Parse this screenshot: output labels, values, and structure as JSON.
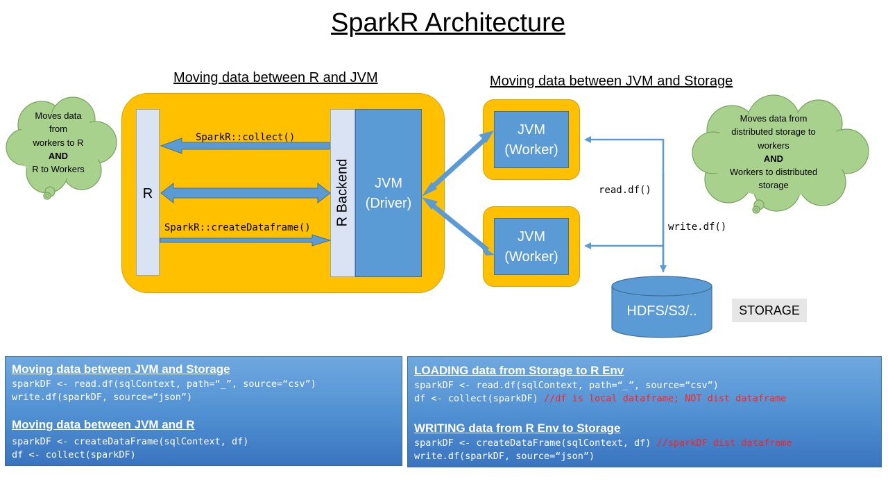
{
  "title": "SparkR Architecture",
  "sections": {
    "left": "Moving data between R and JVM",
    "right": "Moving data between JVM and Storage"
  },
  "nodes": {
    "r": "R",
    "r_backend": "R Backend",
    "jvm_driver": [
      "JVM",
      "(Driver)"
    ],
    "jvm_worker_1": [
      "JVM",
      "(Worker)"
    ],
    "jvm_worker_2": [
      "JVM",
      "(Worker)"
    ],
    "storage_db": "HDFS/S3/..",
    "storage_tag": "STORAGE"
  },
  "edge_labels": {
    "collect": "SparkR::collect()",
    "create_dataframe": "SparkR::createDataframe()",
    "read_df": "read.df()",
    "write_df": "write.df()"
  },
  "callouts": {
    "left": {
      "line1": "Moves data",
      "line2": "from",
      "line3": "workers to R",
      "line4": "AND",
      "line5": "R to Workers"
    },
    "right": {
      "line1": "Moves data from",
      "line2": "distributed storage to",
      "line3": "workers",
      "line4": "AND",
      "line5": "Workers to distributed",
      "line6": "storage"
    }
  },
  "info_left": {
    "heading1": "Moving data between JVM and Storage",
    "code1a": "sparkDF <- read.df(sqlContext, path=“_”, source=“csv”)",
    "code1b": "write.df(sparkDF, source=“json”)",
    "heading2": "Moving data between JVM and R",
    "code2a": "sparkDF <- createDataFrame(sqlContext, df)",
    "code2b": "df <- collect(sparkDF)"
  },
  "info_right": {
    "heading1": "LOADING data from Storage to R Env",
    "code1a": "sparkDF <- read.df(sqlContext, path=“_”, source=“csv”)",
    "code1b": "df <- collect(sparkDF) ",
    "comment1b": "//df is local dataframe; NOT dist dataframe",
    "heading2": "WRITING data from R Env to Storage",
    "code2a": "sparkDF <- createDataFrame(sqlContext, df) ",
    "comment2a": "//sparkDF dist dataframe",
    "code2b": "write.df(sparkDF, source=“json”)"
  },
  "colors": {
    "panel": "#ffc000",
    "jvm": "#5b9bd5",
    "backend": "#dae3f3",
    "cloud": "#a9d18e",
    "arrow": "#5b9bd5",
    "comment": "#ff2020"
  }
}
